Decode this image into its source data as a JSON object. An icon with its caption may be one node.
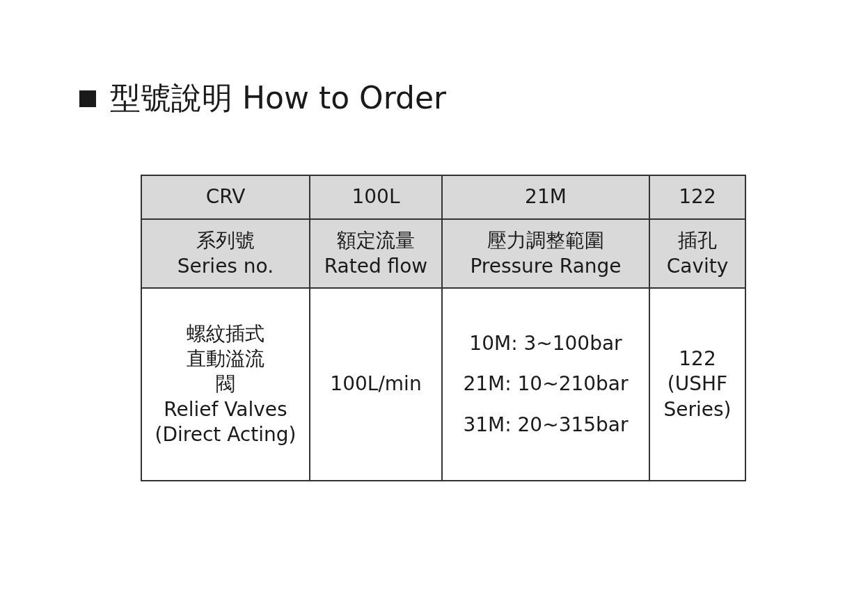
{
  "diagram": {
    "title": "型號說明 How to Order",
    "labels": [
      "CRV",
      "100L",
      "21M",
      "122",
      "系列號",
      "Series no.",
      "額定流量",
      "Rated flow",
      "壓力調整範圍",
      "Pressure Range",
      "插孔",
      "Cavity",
      "螺紋插式直動溢流閥",
      "Relief Valves (Direct Acting)",
      "100L/min",
      "10M: 3~100bar",
      "21M: 10~210bar",
      "31M: 20~315bar",
      "122 (USHF Series)"
    ]
  }
}
